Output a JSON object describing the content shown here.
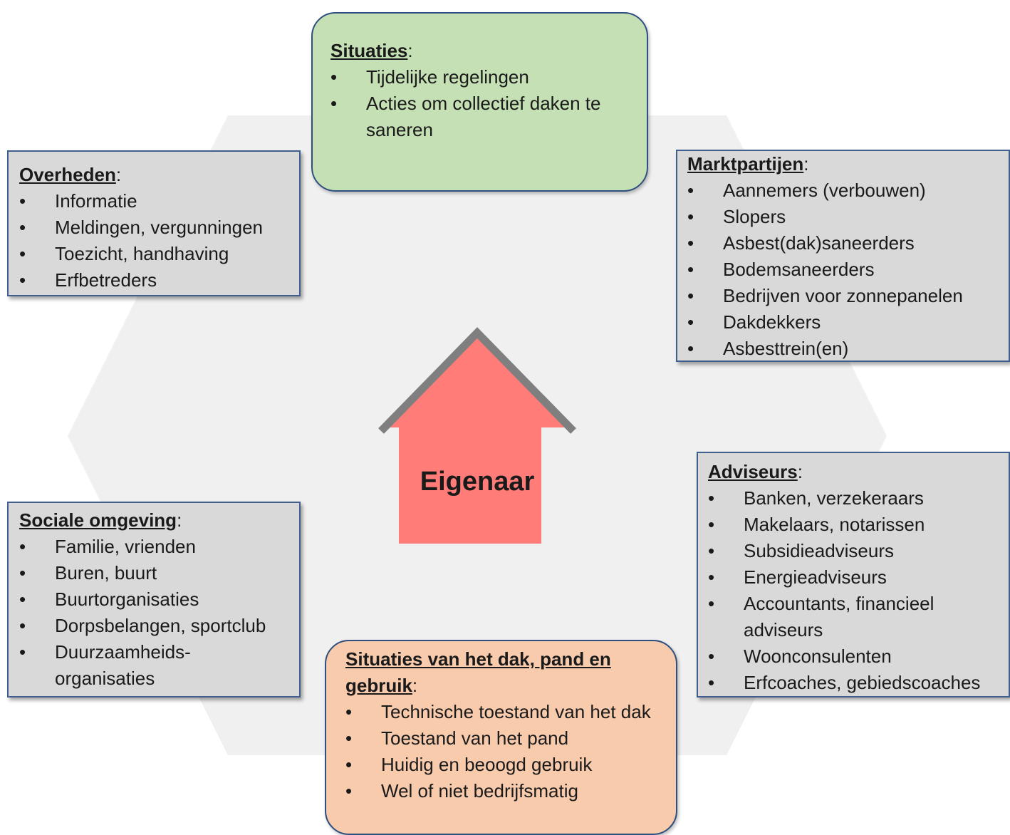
{
  "center": {
    "label": "Eigenaar"
  },
  "situaties": {
    "title": "Situaties",
    "items": [
      "Tijdelijke regelingen",
      "Acties om collectief daken te saneren"
    ]
  },
  "overheden": {
    "title": "Overheden",
    "items": [
      "Informatie",
      "Meldingen, vergunningen",
      "Toezicht, handhaving",
      "Erfbetreders"
    ]
  },
  "marktpartijen": {
    "title": "Marktpartijen",
    "items": [
      "Aannemers (verbouwen)",
      "Slopers",
      "Asbest(dak)saneerders",
      "Bodemsaneerders",
      "Bedrijven voor zonnepanelen",
      "Dakdekkers",
      "Asbesttrein(en)"
    ]
  },
  "adviseurs": {
    "title": "Adviseurs",
    "items": [
      "Banken, verzekeraars",
      "Makelaars, notarissen",
      "Subsidieadviseurs",
      "Energieadviseurs",
      "Accountants, financieel adviseurs",
      "Wooncon­sulenten",
      "Erfcoaches, gebiedscoaches"
    ]
  },
  "sociale_omgeving": {
    "title": "Sociale omgeving",
    "items": [
      "Familie, vrienden",
      "Buren, buurt",
      "Buurtorganisaties",
      "Dorpsbelangen, sportclub",
      "Duurzaamheids-organisaties"
    ]
  },
  "situaties_dak": {
    "title": "Situaties van het dak, pand en gebruik",
    "items": [
      "Technische toestand van het dak",
      "Toestand van het pand",
      "Huidig en beoogd gebruik",
      "Wel of niet bedrijfsmatig"
    ]
  },
  "colors": {
    "hexagon": "#f0f0f0",
    "house_fill": "#ff7c78",
    "roof_edge": "#7f7f7f",
    "gray_box": "#d9d9d9",
    "green_box": "#c5e0b4",
    "peach_box": "#f8cbad",
    "border": "#2f4f7f"
  }
}
